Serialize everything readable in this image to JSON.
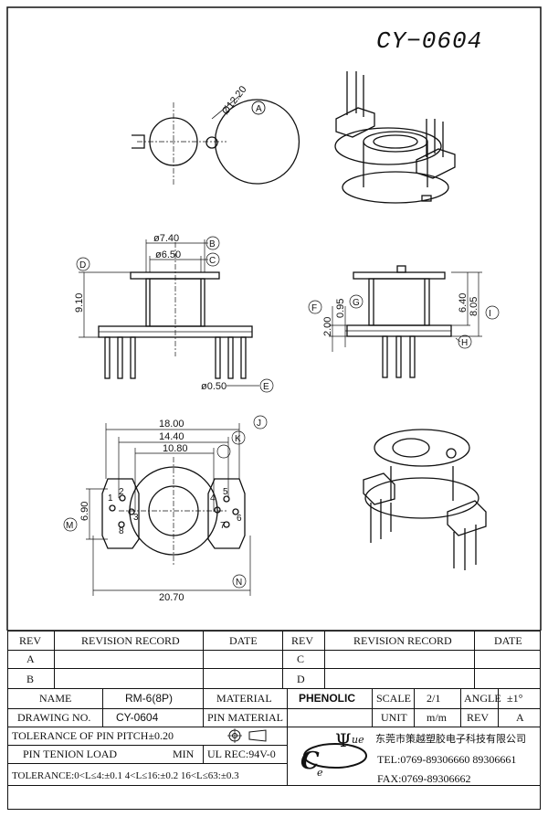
{
  "drawing_title": "CY−0604",
  "top_view": {
    "dia_label": "Ø12.20",
    "callout": "A"
  },
  "front_view": {
    "d1": "ø7.40",
    "c1": "B",
    "d2": "ø6.50",
    "c2": "C",
    "height": "9.10",
    "c_left": "D",
    "pin_dia": "ø0.50",
    "c_pin": "E"
  },
  "side_view": {
    "v1": "2.00",
    "c1": "F",
    "v2": "0.95",
    "c2": "G",
    "v3": "6.40",
    "v4": "8.05",
    "c4": "I",
    "c_bottom": "H"
  },
  "bottom_view": {
    "w1": "18.00",
    "c1": "J",
    "w2": "14.40",
    "w3": "10.80",
    "c3": "K",
    "h": "6.90",
    "c_left": "M",
    "w4": "20.70",
    "c4": "N",
    "pins": [
      "1",
      "2",
      "3",
      "8",
      "5",
      "4",
      "6",
      "7"
    ]
  },
  "revision": {
    "headers": [
      "REV",
      "REVISION RECORD",
      "DATE",
      "REV",
      "REVISION RECORD",
      "DATE"
    ],
    "rows": [
      "A",
      "B",
      "C",
      "D"
    ]
  },
  "info": {
    "name_label": "NAME",
    "name_value": "RM-6(8P)",
    "material_label": "MATERIAL",
    "material_value": "PHENOLIC",
    "scale_label": "SCALE",
    "scale_value": "2/1",
    "angle_label": "ANGLE",
    "angle_value": "±1°",
    "drawing_label": "DRAWING NO.",
    "drawing_value": "CY-0604",
    "pin_material_label": "PIN MATERIAL",
    "unit_label": "UNIT",
    "unit_value": "m/m",
    "rev_label": "REV",
    "rev_value": "A",
    "tol_pitch": "TOLERANCE OF PIN PITCH±0.20",
    "pin_load_label": "PIN TENION LOAD",
    "pin_load_unit": "MIN",
    "ul": "UL REC:94V-0",
    "tolerance": "TOLERANCE:0<L≤4:±0.1  4<L≤16:±0.2  16<L≤63:±0.3",
    "company": "东莞市策越塑胶电子科技有限公司",
    "tel": "TEL:0769-89306660 89306661",
    "fax": "FAX:0769-89306662",
    "logo_text": "CeYue"
  }
}
